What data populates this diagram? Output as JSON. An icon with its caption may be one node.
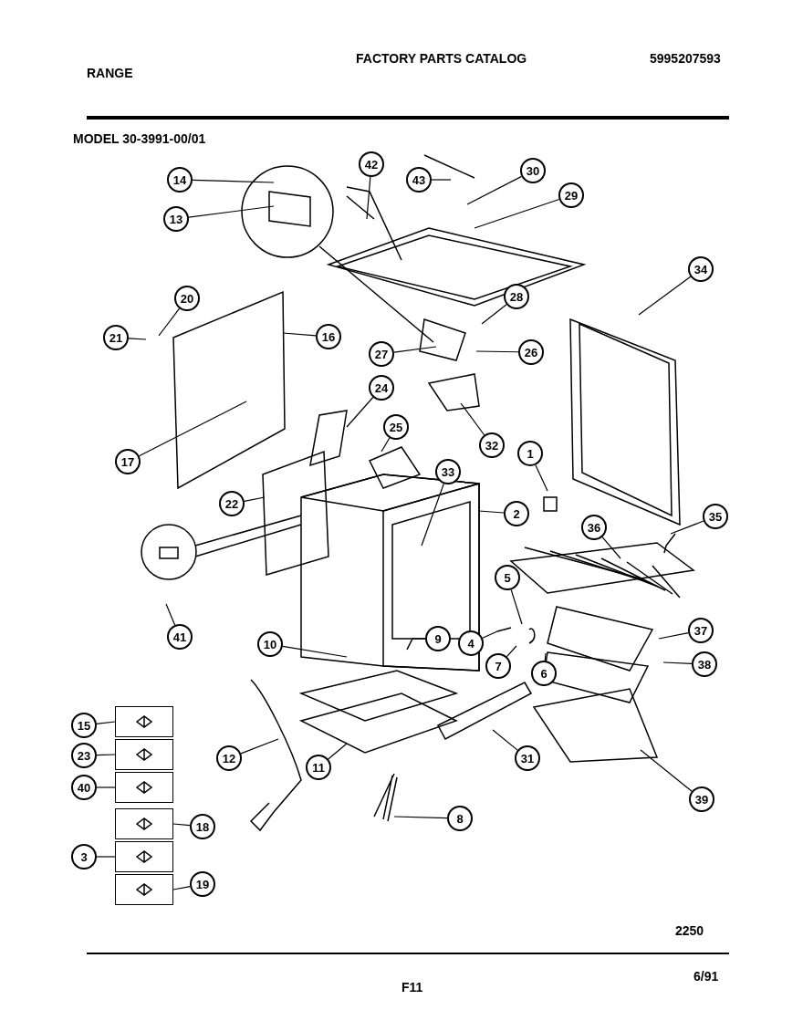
{
  "diagram": {
    "nodes": [
      {
        "text": [
          "14"
        ]
      },
      {
        "text": [
          "42"
        ]
      },
      {
        "text": [
          "43"
        ]
      },
      {
        "text": [
          "30"
        ]
      },
      {
        "text": [
          "13"
        ]
      },
      {
        "text": [
          "29"
        ]
      },
      {
        "text": [
          "34"
        ]
      },
      {
        "text": [
          "20"
        ]
      },
      {
        "text": [
          "28"
        ]
      },
      {
        "text": [
          "21"
        ]
      },
      {
        "text": [
          "16"
        ]
      },
      {
        "text": [
          "27"
        ]
      },
      {
        "text": [
          "26"
        ]
      },
      {
        "text": [
          "24"
        ]
      },
      {
        "text": [
          "17"
        ]
      },
      {
        "text": [
          "25"
        ]
      },
      {
        "text": [
          "32"
        ]
      },
      {
        "text": [
          "33"
        ]
      },
      {
        "text": [
          "1"
        ]
      },
      {
        "text": [
          "22"
        ]
      },
      {
        "text": [
          "2"
        ]
      },
      {
        "text": [
          "35"
        ]
      },
      {
        "text": [
          "36"
        ]
      },
      {
        "text": [
          "5"
        ]
      },
      {
        "text": [
          "41"
        ]
      },
      {
        "text": [
          "4"
        ]
      },
      {
        "text": [
          "9"
        ]
      },
      {
        "text": [
          "10"
        ]
      },
      {
        "text": [
          "37"
        ]
      },
      {
        "text": [
          "7"
        ]
      },
      {
        "text": [
          "6"
        ]
      },
      {
        "text": [
          "38"
        ]
      },
      {
        "text": [
          "15"
        ]
      },
      {
        "text": [
          "23"
        ]
      },
      {
        "text": [
          "12"
        ]
      },
      {
        "text": [
          "11"
        ]
      },
      {
        "text": [
          "31"
        ]
      },
      {
        "text": [
          "40"
        ]
      },
      {
        "text": [
          "39"
        ]
      },
      {
        "text": [
          "18"
        ]
      },
      {
        "text": [
          "3"
        ]
      },
      {
        "text": [
          "8"
        ]
      },
      {
        "text": [
          "19"
        ]
      },
      {
        "text": [],
        "shape": "box"
      },
      {
        "text": [],
        "shape": "box"
      },
      {
        "text": [],
        "shape": "box"
      },
      {
        "text": [],
        "shape": "box"
      },
      {
        "text": [],
        "shape": "box"
      },
      {
        "text": [],
        "shape": "box"
      }
    ],
    "edges": [
      {
        "from": 0,
        "to": null,
        "arrow": "none"
      },
      {
        "from": 1,
        "to": null,
        "arrow": "none"
      },
      {
        "from": 2,
        "to": null,
        "arrow": "none"
      },
      {
        "from": 3,
        "to": null,
        "arrow": "none"
      },
      {
        "from": 4,
        "to": null,
        "arrow": "none"
      },
      {
        "from": 5,
        "to": null,
        "arrow": "none"
      },
      {
        "from": 6,
        "to": null,
        "arrow": "none"
      },
      {
        "from": 7,
        "to": null,
        "arrow": "none"
      },
      {
        "from": 8,
        "to": null,
        "arrow": "none"
      },
      {
        "from": 9,
        "to": null,
        "arrow": "none"
      },
      {
        "from": 10,
        "to": null,
        "arrow": "none"
      },
      {
        "from": 11,
        "to": null,
        "arrow": "none"
      },
      {
        "from": 12,
        "to": null,
        "arrow": "none"
      },
      {
        "from": 13,
        "to": null,
        "arrow": "none"
      },
      {
        "from": 14,
        "to": null,
        "arrow": "none"
      },
      {
        "from": 15,
        "to": null,
        "arrow": "none"
      },
      {
        "from": 16,
        "to": null,
        "arrow": "none"
      },
      {
        "from": 17,
        "to": null,
        "arrow": "none"
      },
      {
        "from": 18,
        "to": null,
        "arrow": "none"
      },
      {
        "from": 19,
        "to": null,
        "arrow": "none"
      },
      {
        "from": 20,
        "to": null,
        "arrow": "none"
      },
      {
        "from": 21,
        "to": null,
        "arrow": "none"
      },
      {
        "from": 22,
        "to": null,
        "arrow": "none"
      },
      {
        "from": 23,
        "to": null,
        "arrow": "none"
      },
      {
        "from": 24,
        "to": null,
        "arrow": "none"
      },
      {
        "from": 25,
        "to": null,
        "arrow": "none"
      },
      {
        "from": 26,
        "to": null,
        "arrow": "none"
      },
      {
        "from": 27,
        "to": null,
        "arrow": "none"
      },
      {
        "from": 28,
        "to": null,
        "arrow": "none"
      },
      {
        "from": 29,
        "to": null,
        "arrow": "none"
      },
      {
        "from": 30,
        "to": null,
        "arrow": "none"
      },
      {
        "from": 31,
        "to": null,
        "arrow": "none"
      },
      {
        "from": 32,
        "to": 43,
        "arrow": "none"
      },
      {
        "from": 33,
        "to": 44,
        "arrow": "none"
      },
      {
        "from": 34,
        "to": null,
        "arrow": "none"
      },
      {
        "from": 35,
        "to": null,
        "arrow": "none"
      },
      {
        "from": 36,
        "to": null,
        "arrow": "none"
      },
      {
        "from": 37,
        "to": 45,
        "arrow": "none"
      },
      {
        "from": 38,
        "to": null,
        "arrow": "none"
      },
      {
        "from": 39,
        "to": 46,
        "arrow": "none"
      },
      {
        "from": 40,
        "to": 47,
        "arrow": "none"
      },
      {
        "from": 41,
        "to": null,
        "arrow": "none"
      },
      {
        "from": 42,
        "to": 48,
        "arrow": "none"
      }
    ],
    "labels": [
      "RANGE",
      "FACTORY PARTS CATALOG",
      "5995207593",
      "MODEL 30-3991-00/01",
      "2250",
      "F11",
      "6/91"
    ]
  }
}
